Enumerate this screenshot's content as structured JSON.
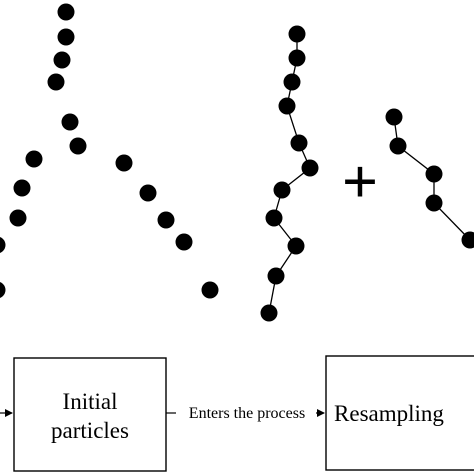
{
  "operator_symbol": "+",
  "nodes": {
    "initial": {
      "line1": "Initial",
      "line2": "particles"
    },
    "resampling": {
      "label": "Resampling"
    }
  },
  "edges": {
    "initial_to_resampling": "Enters the process"
  }
}
